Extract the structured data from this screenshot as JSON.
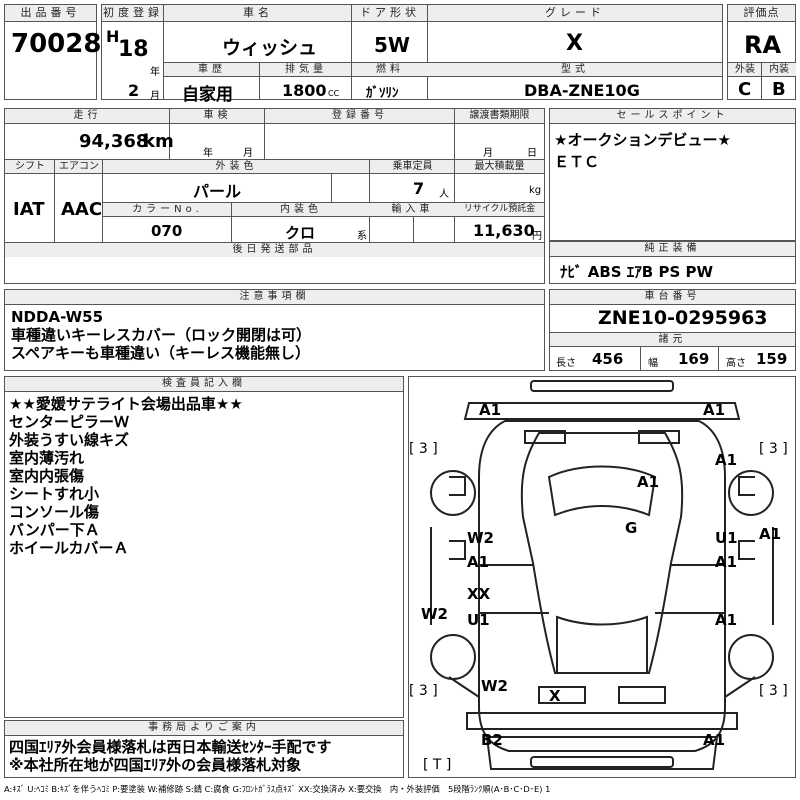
{
  "lot": {
    "label": "出品番号",
    "value": "70028"
  },
  "first_reg": {
    "label": "初度登録",
    "era": "H",
    "year": "18",
    "year_unit": "年",
    "month": "2",
    "month_unit": "月"
  },
  "car_name": {
    "label": "車名",
    "value": "ウィッシュ"
  },
  "door": {
    "label": "ドア形状",
    "value": "5W"
  },
  "grade": {
    "label": "グレード",
    "value": "X"
  },
  "score": {
    "label": "評価点",
    "value": "RA",
    "ext_label": "外装",
    "ext": "C",
    "int_label": "内装",
    "int": "B"
  },
  "history": {
    "label": "車歴",
    "value": "自家用"
  },
  "displacement": {
    "label": "排気量",
    "value": "1800",
    "unit": "CC"
  },
  "fuel": {
    "label": "燃料",
    "value": "ｶﾞｿﾘﾝ"
  },
  "model": {
    "label": "型式",
    "value": "DBA-ZNE10G"
  },
  "mileage": {
    "label": "走行",
    "value": "94,368",
    "unit": "km"
  },
  "inspection": {
    "label": "車検",
    "year_unit": "年",
    "month_unit": "月"
  },
  "plate": {
    "label": "登録番号"
  },
  "transfer": {
    "label": "譲渡書類期限",
    "month_unit": "月",
    "day_unit": "日"
  },
  "shift": {
    "label": "シフト",
    "value": "IAT"
  },
  "aircon": {
    "label": "エアコン",
    "value": "AAC"
  },
  "ext_color": {
    "label": "外装色",
    "value": "パール"
  },
  "capacity": {
    "label": "乗車定員",
    "value": "7",
    "unit": "人"
  },
  "max_load": {
    "label": "最大積載量",
    "unit": "kg"
  },
  "color_no": {
    "label": "カラーNo.",
    "value": "070"
  },
  "int_color": {
    "label": "内装色",
    "value": "クロ",
    "suffix": "系"
  },
  "import": {
    "label": "輸入車"
  },
  "recycle": {
    "label": "リサイクル預託金",
    "value": "11,630",
    "unit": "円"
  },
  "later_parts": {
    "label": "後日発送部品"
  },
  "sales_points": {
    "label": "セールスポイント",
    "lines": [
      "★オークションデビュー★",
      "ＥＴＣ"
    ]
  },
  "equipment": {
    "label": "純正装備",
    "value": "ﾅﾋﾞ ABS ｴｱB PS PW"
  },
  "notes": {
    "label": "注意事項欄",
    "lines": [
      "NDDA-W55",
      "車種違いキーレスカバー（ロック開閉は可）",
      "スペアキーも車種違い（キーレス機能無し）"
    ]
  },
  "chassis": {
    "label": "車台番号",
    "value": "ZNE10-0295963"
  },
  "dims": {
    "label": "諸元",
    "length_label": "長さ",
    "length": "456",
    "width_label": "幅",
    "width": "169",
    "height_label": "高さ",
    "height": "159"
  },
  "inspector": {
    "label": "検査員記入欄",
    "lines": [
      "★★愛媛サテライト会場出品車★★",
      "センターピラーＷ",
      "外装うすい線キズ",
      "室内薄汚れ",
      "室内内張傷",
      "シートすれ小",
      "コンソール傷",
      "バンパー下Ａ",
      "ホイールカバーＡ"
    ]
  },
  "office": {
    "label": "事務局よりご案内",
    "lines": [
      "四国ｴﾘｱ外会員様落札は西日本輸送ｾﾝﾀｰ手配です",
      "※本社所在地が四国ｴﾘｱ外の会員様落札対象"
    ]
  },
  "diagram_labels": {
    "fl_top": "A1",
    "fr_top": "A1",
    "tire_fl": "[ 3 ]",
    "tire_fr": "[ 3 ]",
    "fender_r": "A1",
    "hood": "A1",
    "roof": "G",
    "door_fl_1": "W2",
    "door_fl_2": "A1",
    "door_fr_1": "U1",
    "door_fr_2": "A1",
    "side_r": "A1",
    "door_rl_1": "XX",
    "door_rl_2": "U1",
    "door_rr": "A1",
    "side_l": "W2",
    "tire_rl": "[ 3 ]",
    "tire_rr": "[ 3 ]",
    "rear_l": "W2",
    "trunk": "X",
    "bumper_rl": "B2",
    "bumper_rr": "A1",
    "spare": "[ T ]"
  },
  "legend": "A:ｷｽﾞ U:ﾍｺﾐ B:ｷｽﾞを伴うﾍｺﾐ P:要塗装 W:補修跡 S:錆 C:腐食 G:ﾌﾛﾝﾄｶﾞﾗｽ点ｷｽﾞ XX:交換済み X:要交換　内・外装評価　5段階ﾗﾝｸ順(A･B･C･D･E) 1"
}
